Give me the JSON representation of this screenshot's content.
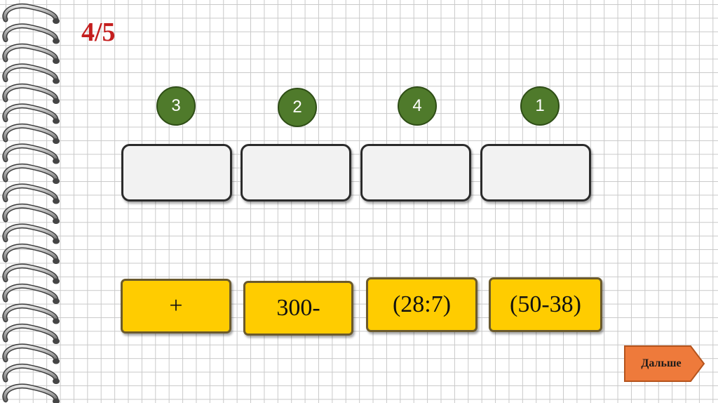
{
  "header": {
    "counter": "4/5"
  },
  "order_numbers": [
    "3",
    "2",
    "4",
    "1"
  ],
  "drop_slots": [
    "",
    "",
    "",
    ""
  ],
  "cards": [
    "+",
    "300-",
    "(28:7)",
    "(50-38)"
  ],
  "navigation": {
    "next_label": "Дальше"
  },
  "colors": {
    "counter": "#c41e1e",
    "number_circle": "#4f7a2b",
    "card": "#ffcc00",
    "next_button": "#ee7a3b"
  },
  "icons": {
    "binding": "spiral-binding-icon",
    "next": "arrow-right-button"
  }
}
